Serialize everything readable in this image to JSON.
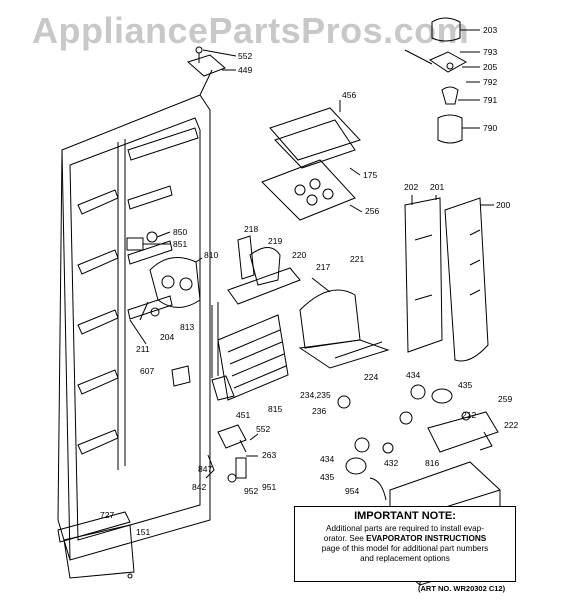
{
  "watermark": "AppliancePartsPros.com",
  "labels": [
    "203",
    "793",
    "205",
    "792",
    "791",
    "790",
    "552",
    "449",
    "456",
    "175",
    "256",
    "202",
    "201",
    "200",
    "850",
    "851",
    "810",
    "218",
    "219",
    "220",
    "217",
    "221",
    "813",
    "204",
    "211",
    "607",
    "815",
    "224",
    "434",
    "435",
    "234,235",
    "236",
    "259",
    "212",
    "222",
    "451",
    "552",
    "263",
    "847",
    "842",
    "952",
    "951",
    "432",
    "434",
    "435",
    "816",
    "954",
    "727",
    "151"
  ],
  "note": {
    "title": "IMPORTANT NOTE:",
    "line1": "Additional parts are required to install evap-",
    "line2_pre": "orator.  See ",
    "line2_strong": "EVAPORATOR INSTRUCTIONS",
    "line3": "page of this model for additional part numbers",
    "line4": "and replacement options"
  },
  "art_no": "(ART NO. WR20302 C12)"
}
